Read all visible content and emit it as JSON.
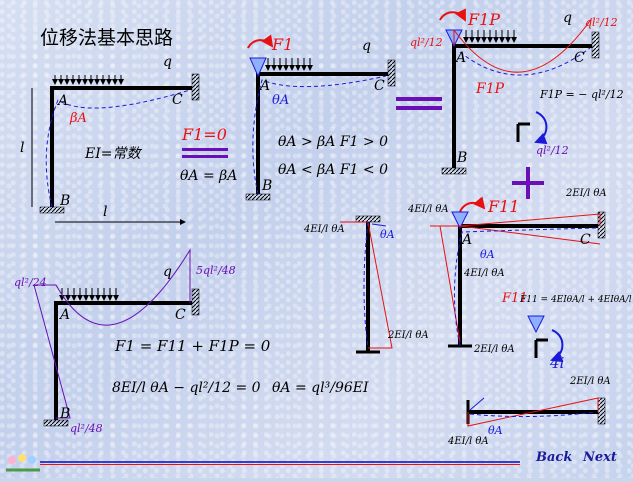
{
  "title": "位移法基本思路",
  "colors": {
    "frame": "#000000",
    "red": "#e81010",
    "blue": "#1a1ad8",
    "purple": "#6a0fb5"
  },
  "labels": {
    "q": "q",
    "A": "A",
    "B": "B",
    "C": "C",
    "l": "l",
    "ei": "EI=常数",
    "beta_a": "βA",
    "theta_a": "θA",
    "f1": "F1",
    "f1p": "F1P",
    "f11": "F11"
  },
  "eq": {
    "f1_zero": "F1=0",
    "theta_eq_beta": "θA = βA",
    "cond1": "θA > βA    F1 > 0",
    "cond2": "θA < βA    F1 < 0",
    "f1p_value": "F1P = − ql²/12",
    "sum_eq": "F1 = F11 + F1P = 0",
    "solve_eq": "8EI/l θA − ql²/12 = 0",
    "theta_result": "θA = ql³/96EI",
    "f11_value": "F11 = 4EIθA/l + 4EIθA/l",
    "four_i": "4i"
  },
  "moments": {
    "ql2_12": "ql²/12",
    "ql2_24": "ql²/24",
    "ql2_48": "ql²/48",
    "fiveql2_48": "5ql²/48",
    "m4ei": "4EI/l θA",
    "m2ei": "2EI/l θA"
  },
  "nav": {
    "back": "Back",
    "next": "Next"
  }
}
